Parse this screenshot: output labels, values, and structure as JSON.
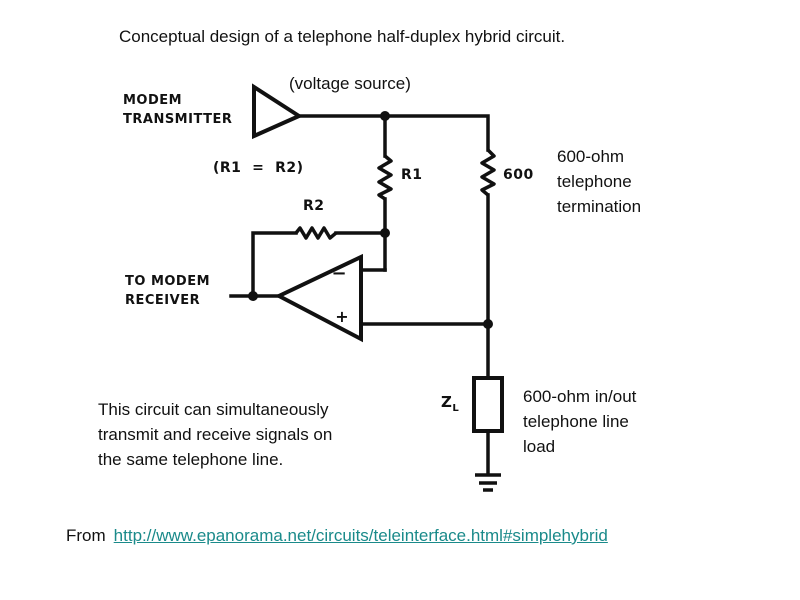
{
  "title": "Conceptual design of a telephone half-duplex hybrid circuit.",
  "annotations": {
    "voltage_source": "(voltage source)",
    "termination": [
      "600-ohm",
      "telephone",
      "termination"
    ],
    "load": [
      "600-ohm in/out",
      "telephone line",
      "load"
    ],
    "description": [
      "This circuit can simultaneously",
      "transmit and receive signals on",
      "the same telephone line."
    ]
  },
  "schematic": {
    "transmitter_label": [
      "MODEM",
      "TRANSMITTER"
    ],
    "receiver_label": [
      "TO MODEM",
      "RECEIVER"
    ],
    "resistor_equality": "(R1  =  R2)",
    "r1_label": "R1",
    "r2_label": "R2",
    "termination_resistor_label": "600",
    "load_label": "Z",
    "load_label_subscript": "L",
    "opamp_inverting": "−",
    "opamp_noninverting": "+"
  },
  "source": {
    "prefix": "From",
    "link_text": "http://www.epanorama.net/circuits/teleinterface.html#simplehybrid"
  },
  "colors": {
    "link": "#1a8a8a",
    "ink": "#111111"
  }
}
